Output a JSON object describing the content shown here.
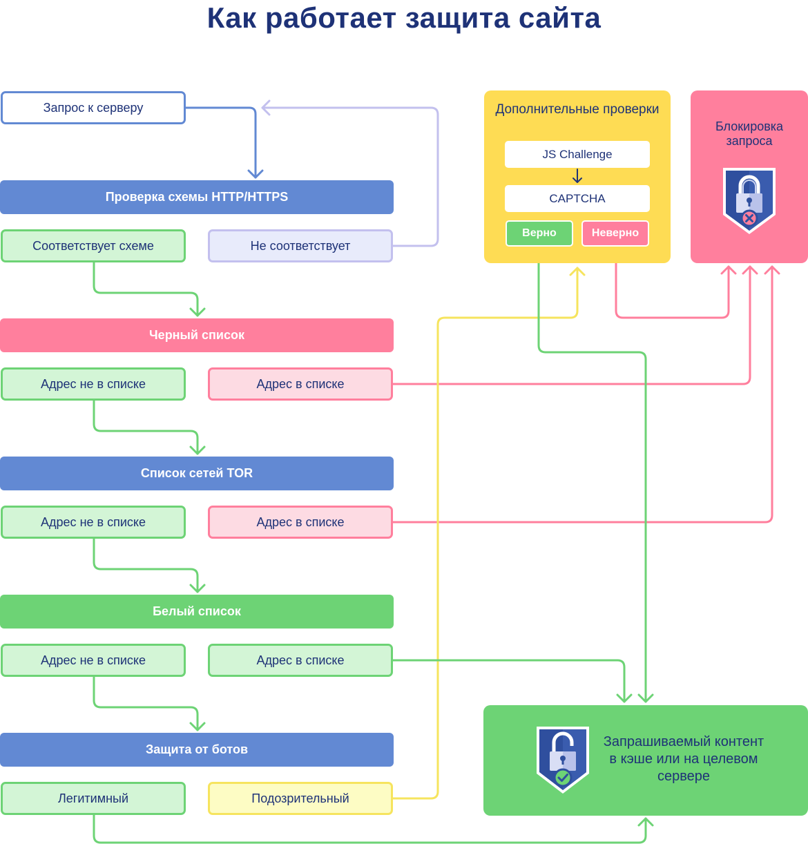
{
  "title": "Как работает защита сайта",
  "request": "Запрос к серверу",
  "checks": {
    "scheme": {
      "label": "Проверка схемы HTTP/HTTPS",
      "pass": "Соответствует схеме",
      "fail": "Не соответствует"
    },
    "blacklist": {
      "label": "Черный список",
      "pass": "Адрес не в списке",
      "fail": "Адрес в списке"
    },
    "tor": {
      "label": "Список сетей TOR",
      "pass": "Адрес не в списке",
      "fail": "Адрес в списке"
    },
    "whitelist": {
      "label": "Белый список",
      "pass": "Адрес не в списке",
      "fail": "Адрес в списке"
    },
    "bots": {
      "label": "Защита от ботов",
      "pass": "Легитимный",
      "fail": "Подозрительный"
    }
  },
  "extra": {
    "title": "Дополнительные проверки",
    "js": "JS Challenge",
    "captcha": "CAPTCHA",
    "ok": "Верно",
    "bad": "Неверно"
  },
  "block": {
    "title": "Блокировка запроса",
    "icon": "lock-shield-cross-icon"
  },
  "result": {
    "text": "Запрашиваемый контент в кэше или на целевом сервере",
    "icon": "unlock-shield-check-icon"
  },
  "colors": {
    "navy": "#1e3277",
    "blue": "#6289d3",
    "green": "#6dd375",
    "pink": "#ff7f9d",
    "yellow": "#fedc54",
    "lavender": "#c3c0ee"
  }
}
